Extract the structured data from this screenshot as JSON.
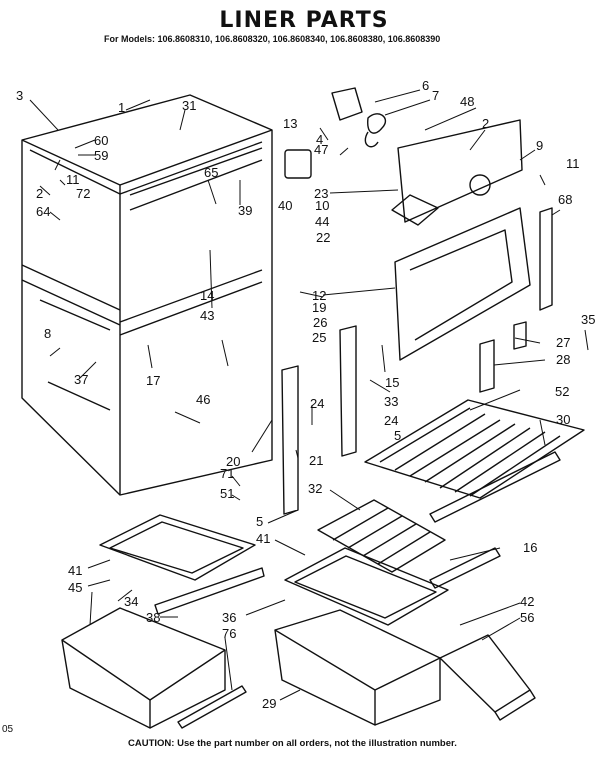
{
  "title": "LINER PARTS",
  "models_line": "For Models: 106.8608310, 106.8608320, 106.8608340, 106.8608380, 106.8608390",
  "footer_caution": "CAUTION: Use the part number on all orders, not the illustration number.",
  "page_code": "05",
  "callouts": [
    "1",
    "2",
    "2",
    "3",
    "4",
    "5",
    "5",
    "6",
    "7",
    "8",
    "9",
    "10",
    "11",
    "11",
    "12",
    "13",
    "14",
    "15",
    "16",
    "17",
    "19",
    "20",
    "21",
    "22",
    "23",
    "24",
    "24",
    "25",
    "26",
    "27",
    "28",
    "29",
    "30",
    "31",
    "32",
    "33",
    "34",
    "35",
    "36",
    "37",
    "38",
    "39",
    "40",
    "41",
    "41",
    "42",
    "43",
    "44",
    "45",
    "46",
    "47",
    "48",
    "51",
    "52",
    "56",
    "59",
    "60",
    "64",
    "65",
    "68",
    "71",
    "72",
    "76"
  ]
}
